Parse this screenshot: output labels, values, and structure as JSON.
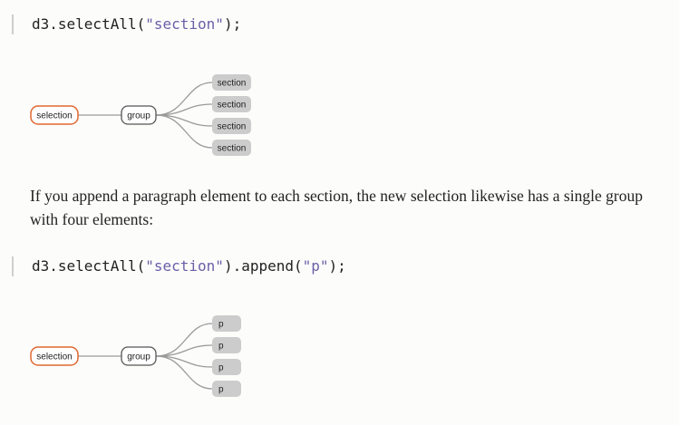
{
  "code_1": {
    "prefix": "d3.selectAll(",
    "arg": "\"section\"",
    "suffix": ");"
  },
  "diagram_1": {
    "selection_label": "selection",
    "group_label": "group",
    "children": [
      "section",
      "section",
      "section",
      "section"
    ]
  },
  "paragraph": "If you append a paragraph element to each section, the new selection likewise has a single group with four elements:",
  "code_2": {
    "prefix": "d3.selectAll(",
    "arg1": "\"section\"",
    "middle": ").append(",
    "arg2": "\"p\"",
    "suffix": ");"
  },
  "diagram_2": {
    "selection_label": "selection",
    "group_label": "group",
    "children": [
      "p",
      "p",
      "p",
      "p"
    ]
  },
  "colors": {
    "selection_border": "#e0682f",
    "group_border": "#555555",
    "child_fill": "#cccccc",
    "connector": "#9a9a9a",
    "code_string": "#6a5fa7"
  }
}
